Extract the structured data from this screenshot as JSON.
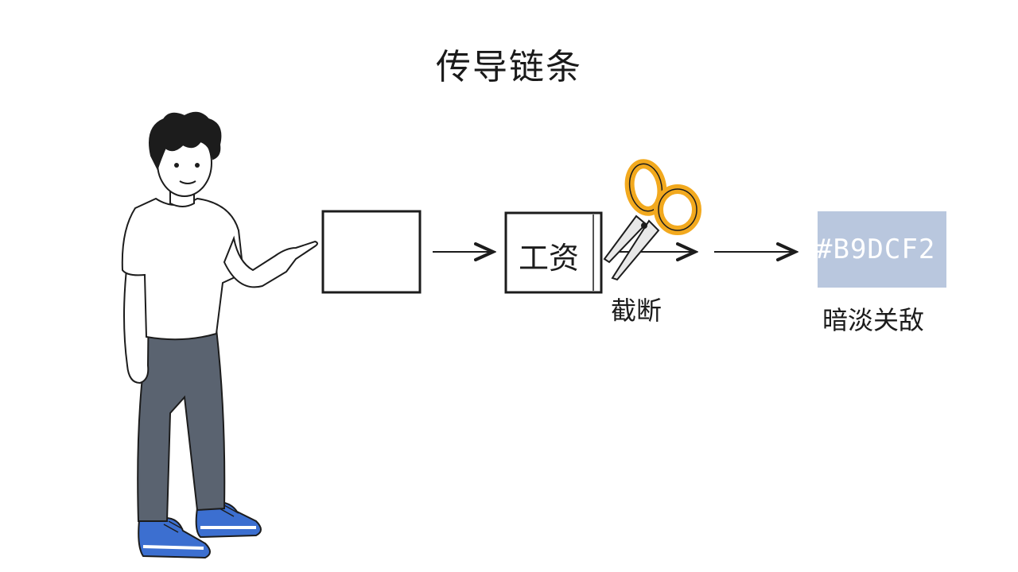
{
  "diagram": {
    "title": "传导链条",
    "box_wage_label": "工资",
    "cut_label": "截断",
    "swatch_label": "#B9DCF2",
    "faded_label": "暗淡关敌"
  },
  "colors": {
    "ink": "#1c1c1c",
    "swatch_fill": "#B9C7DE",
    "scissors_handle": "#F2A91E",
    "shirt": "#ffffff",
    "pants": "#5A6370",
    "shoes": "#3C6FD0"
  },
  "icons": {
    "person": "person-pointing-illustration",
    "scissors": "scissors-icon"
  }
}
